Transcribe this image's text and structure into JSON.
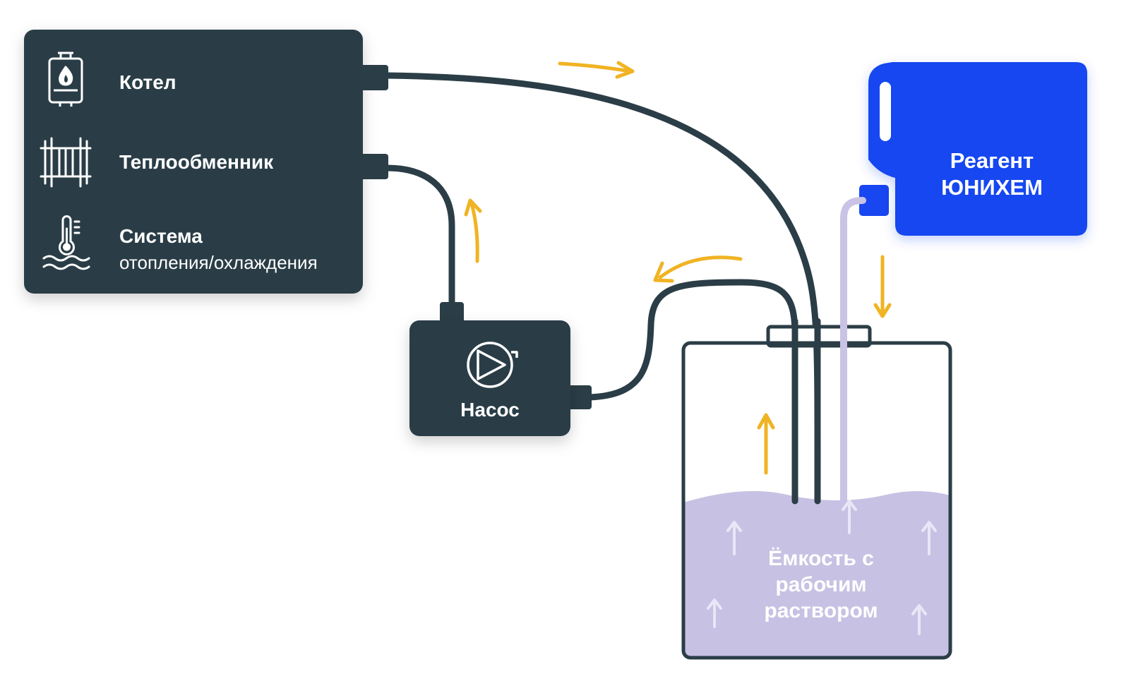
{
  "system_panel": {
    "items": [
      {
        "icon": "boiler-icon",
        "label": "Котел"
      },
      {
        "icon": "heat-exchanger-icon",
        "label": "Теплообменник"
      },
      {
        "icon": "heating-cooling-system-icon",
        "label": "Система",
        "sublabel": "отопления/охлаждения"
      }
    ]
  },
  "pump": {
    "icon": "pump-icon",
    "label": "Насос"
  },
  "reagent": {
    "icon": "canister-icon",
    "line1": "Реагент",
    "line2": "ЮНИХЕМ"
  },
  "tank": {
    "line1": "Ёмкость с",
    "line2": "рабочим",
    "line3": "раствором"
  },
  "colors": {
    "panel": "#2b3d46",
    "pipe": "#2b3d46",
    "flow_arrow": "#f0b323",
    "reagent_canister": "#1846f0",
    "solution": "#c7c1e3",
    "reagent_line": "#c9c3e6"
  }
}
